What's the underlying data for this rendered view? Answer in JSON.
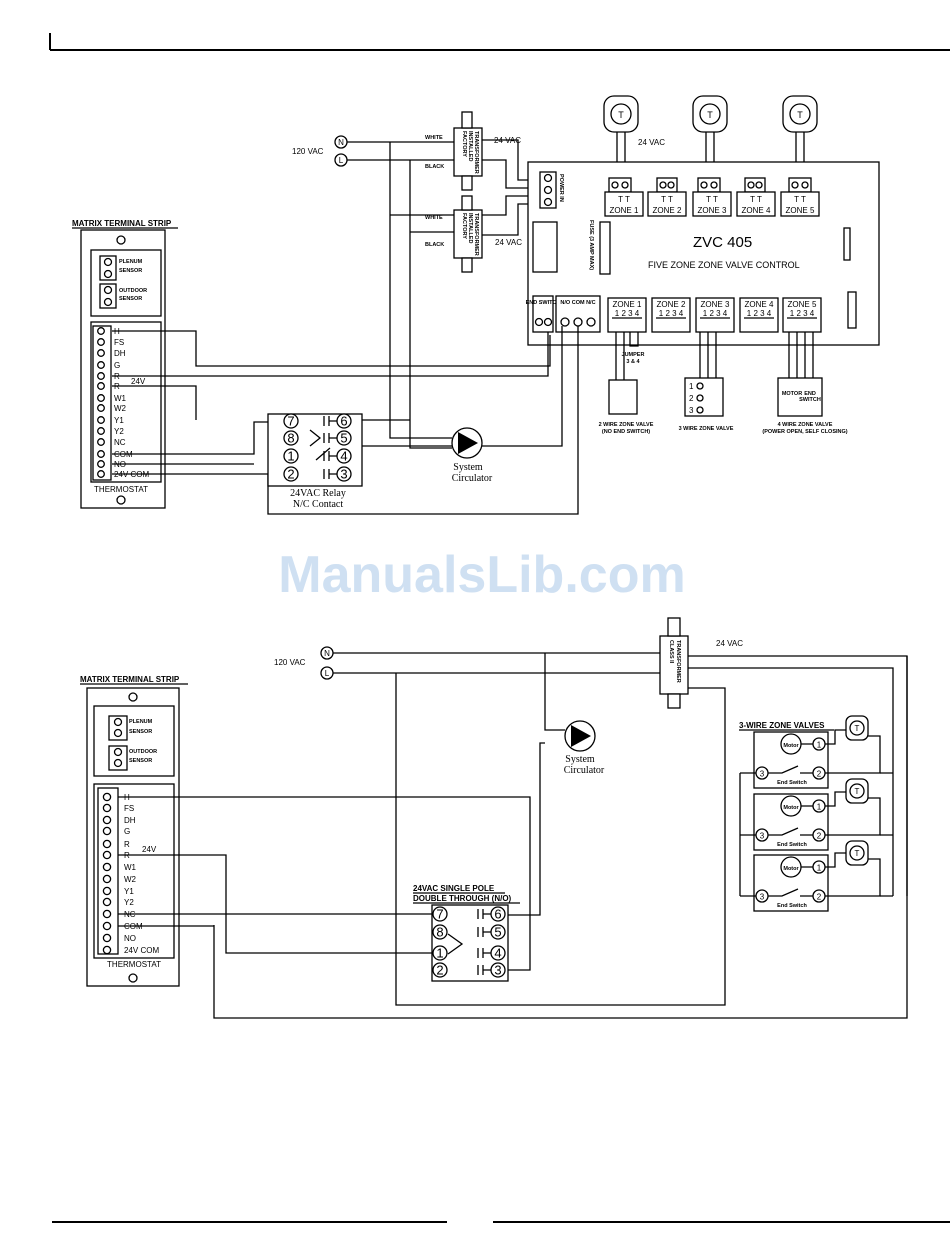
{
  "watermark": "ManualsLib.com",
  "top": {
    "supply": "120 VAC",
    "neutral": "N",
    "line": "L",
    "white": "WHITE",
    "black": "BLACK",
    "transformer_line1": "FACTORY",
    "transformer_line2": "INSTALLED",
    "transformer_line3": "TRANSFORMER",
    "vac_24": "24 VAC",
    "thermostat_symbol": "T",
    "power_in": "POWER IN",
    "fuse": "FUSE (3 AMP MAX)",
    "controller_model": "ZVC 405",
    "controller_name": "FIVE ZONE ZONE VALVE CONTROL",
    "tt": "T T",
    "zones_top": [
      "ZONE 1",
      "ZONE 2",
      "ZONE 3",
      "ZONE 4",
      "ZONE 5"
    ],
    "zone_terms": "1 2 3 4",
    "end_switch": "END SWITCH",
    "nocomnc": "N/O COM N/C",
    "jumper": "JUMPER",
    "jumper2": "3 & 4",
    "v2_label1": "2 WIRE ZONE VALVE",
    "v2_label2": "(NO END SWITCH)",
    "v3_label": "3 WIRE ZONE VALVE",
    "v4_label1": "4 WIRE ZONE VALVE",
    "v4_label2": "(POWER OPEN, SELF CLOSING)",
    "motor": "MOTOR",
    "end": "END",
    "switch": "SWITCH",
    "v3_terms": [
      "1",
      "2",
      "3"
    ],
    "strip_title": "MATRIX TERMINAL STRIP",
    "plenum1": "PLENUM",
    "plenum2": "SENSOR",
    "outdoor1": "OUTDOOR",
    "outdoor2": "SENSOR",
    "strip_terms": [
      "H",
      "FS",
      "DH",
      "G",
      "R",
      "R",
      "W1",
      "W2",
      "Y1",
      "Y2",
      "NC",
      "COM",
      "NO",
      "24V COM"
    ],
    "v24": "24V",
    "thermostat": "THERMOSTAT",
    "relay_left": [
      "7",
      "8",
      "1",
      "2"
    ],
    "relay_right": [
      "6",
      "5",
      "4",
      "3"
    ],
    "relay_label1": "24VAC Relay",
    "relay_label2": "N/C Contact",
    "circ1": "System",
    "circ2": "Circulator"
  },
  "bottom": {
    "supply": "120 VAC",
    "neutral": "N",
    "line": "L",
    "transformer_line1": "CLASS II",
    "transformer_line2": "TRANSFORMER",
    "vac_24": "24 VAC",
    "strip_title": "MATRIX TERMINAL STRIP",
    "plenum1": "PLENUM",
    "plenum2": "SENSOR",
    "outdoor1": "OUTDOOR",
    "outdoor2": "SENSOR",
    "strip_terms": [
      "H",
      "FS",
      "DH",
      "G",
      "R",
      "R",
      "W1",
      "W2",
      "Y1",
      "Y2",
      "NC",
      "COM",
      "NO",
      "24V COM"
    ],
    "v24": "24V",
    "thermostat": "THERMOSTAT",
    "circ1": "System",
    "circ2": "Circulator",
    "relay_title1": "24VAC SINGLE POLE",
    "relay_title2": "DOUBLE THROUGH (N/O)",
    "relay_left": [
      "7",
      "8",
      "1",
      "2"
    ],
    "relay_right": [
      "6",
      "5",
      "4",
      "3"
    ],
    "zv_title": "3-WIRE ZONE VALVES",
    "motor": "Motor",
    "end_switch": "End Switch",
    "zv_terms": [
      "1",
      "2",
      "3"
    ],
    "thermostat_symbol": "T"
  }
}
